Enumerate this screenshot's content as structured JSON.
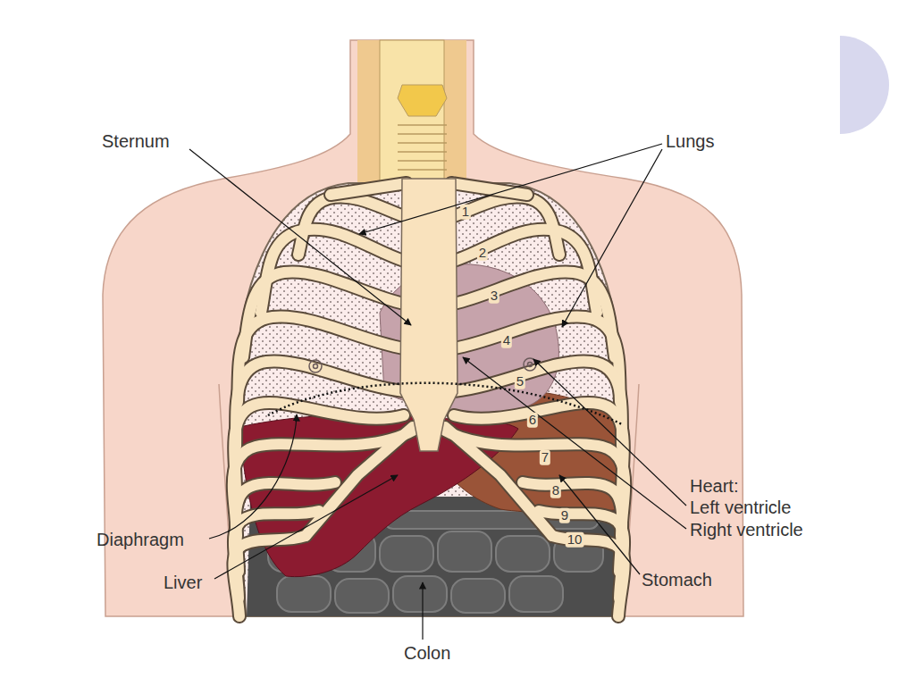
{
  "diagram": {
    "labels": [
      "Sternum",
      "Lungs",
      "Heart:",
      "Left ventricle",
      "Right ventricle",
      "1",
      "2",
      "3",
      "4",
      "5",
      "6",
      "7",
      "8",
      "9",
      "10",
      "Diaphragm",
      "Liver",
      "Stomach",
      "Colon"
    ]
  }
}
